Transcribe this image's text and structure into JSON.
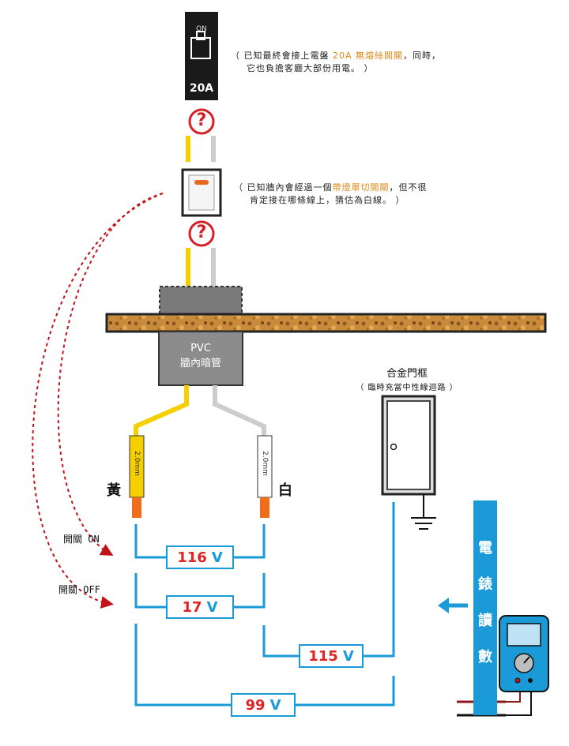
{
  "breaker": {
    "state_label": "ON",
    "rating": "20A"
  },
  "note_breaker": {
    "line1_pre": "（ 已知最終會接上電盤 ",
    "line1_hl": "20A 無熔絲開關",
    "line1_post": "，同時，",
    "line2": "它也負擔客廳大部份用電。 ）"
  },
  "note_switch": {
    "line1_pre": "（ 已知牆內會經過一個",
    "line1_hl": "帶燈單切開關",
    "line1_post": "，但不很",
    "line2": "肯定接在哪條線上，猜估為白線。 ）"
  },
  "question_mark": "?",
  "conduit": {
    "line1": "PVC",
    "line2": "牆內暗管"
  },
  "wires": {
    "yellow": {
      "label": "黃",
      "gauge": "2.0mm",
      "color": "#f5cf00"
    },
    "white": {
      "label": "白",
      "gauge": "2.0mm",
      "color": "#cccccc"
    }
  },
  "door": {
    "title": "合金門框",
    "subtitle": "（ 臨時充當中性線迴路 ）"
  },
  "switch_labels": {
    "on": "開關 ON",
    "off": "開關 OFF"
  },
  "readings": [
    {
      "value": "116",
      "unit": "V"
    },
    {
      "value": "17",
      "unit": "V"
    },
    {
      "value": "115",
      "unit": "V"
    },
    {
      "value": "99",
      "unit": "V"
    }
  ],
  "meter_label": [
    "電",
    "錶",
    "讀",
    "數"
  ],
  "colors": {
    "circuit": "#1a9bd7",
    "reading_value": "#e02424",
    "highlight": "#e08a16",
    "dashed_arrow": "#c0141a"
  }
}
